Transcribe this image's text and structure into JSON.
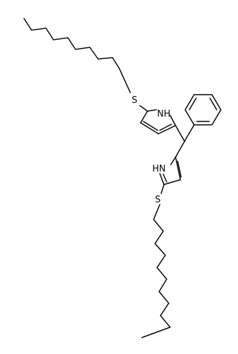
{
  "labels": {
    "s_top": "S",
    "nh_top": "NH",
    "hn_bottom": "HN",
    "s_bottom": "S"
  }
}
